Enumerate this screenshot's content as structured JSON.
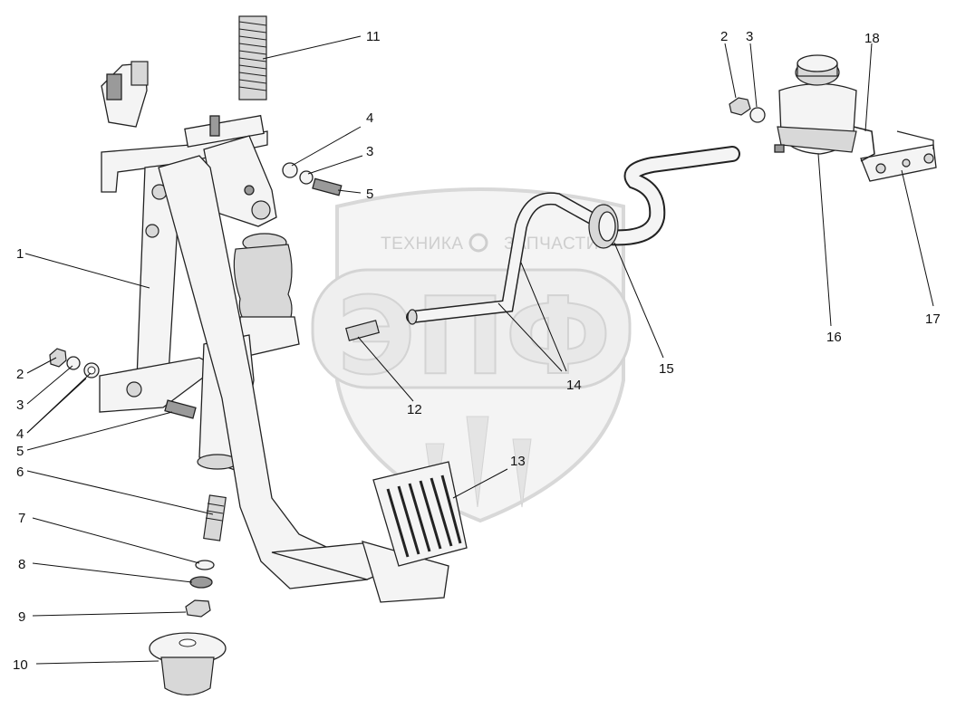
{
  "watermark": {
    "brand_left": "ТЕХНИКА",
    "brand_right": "ЗАПЧАСТИ",
    "logo_letters": "ЭПФ"
  },
  "callouts": {
    "c1": "1",
    "c2_left": "2",
    "c3_left": "3",
    "c4_left": "4",
    "c5_left": "5",
    "c6": "6",
    "c7": "7",
    "c8": "8",
    "c9": "9",
    "c10": "10",
    "c11": "11",
    "c4_mid": "4",
    "c3_mid": "3",
    "c5_mid": "5",
    "c12": "12",
    "c13": "13",
    "c14": "14",
    "c15": "15",
    "c2_right": "2",
    "c3_right": "3",
    "c16": "16",
    "c17": "17",
    "c18": "18"
  }
}
